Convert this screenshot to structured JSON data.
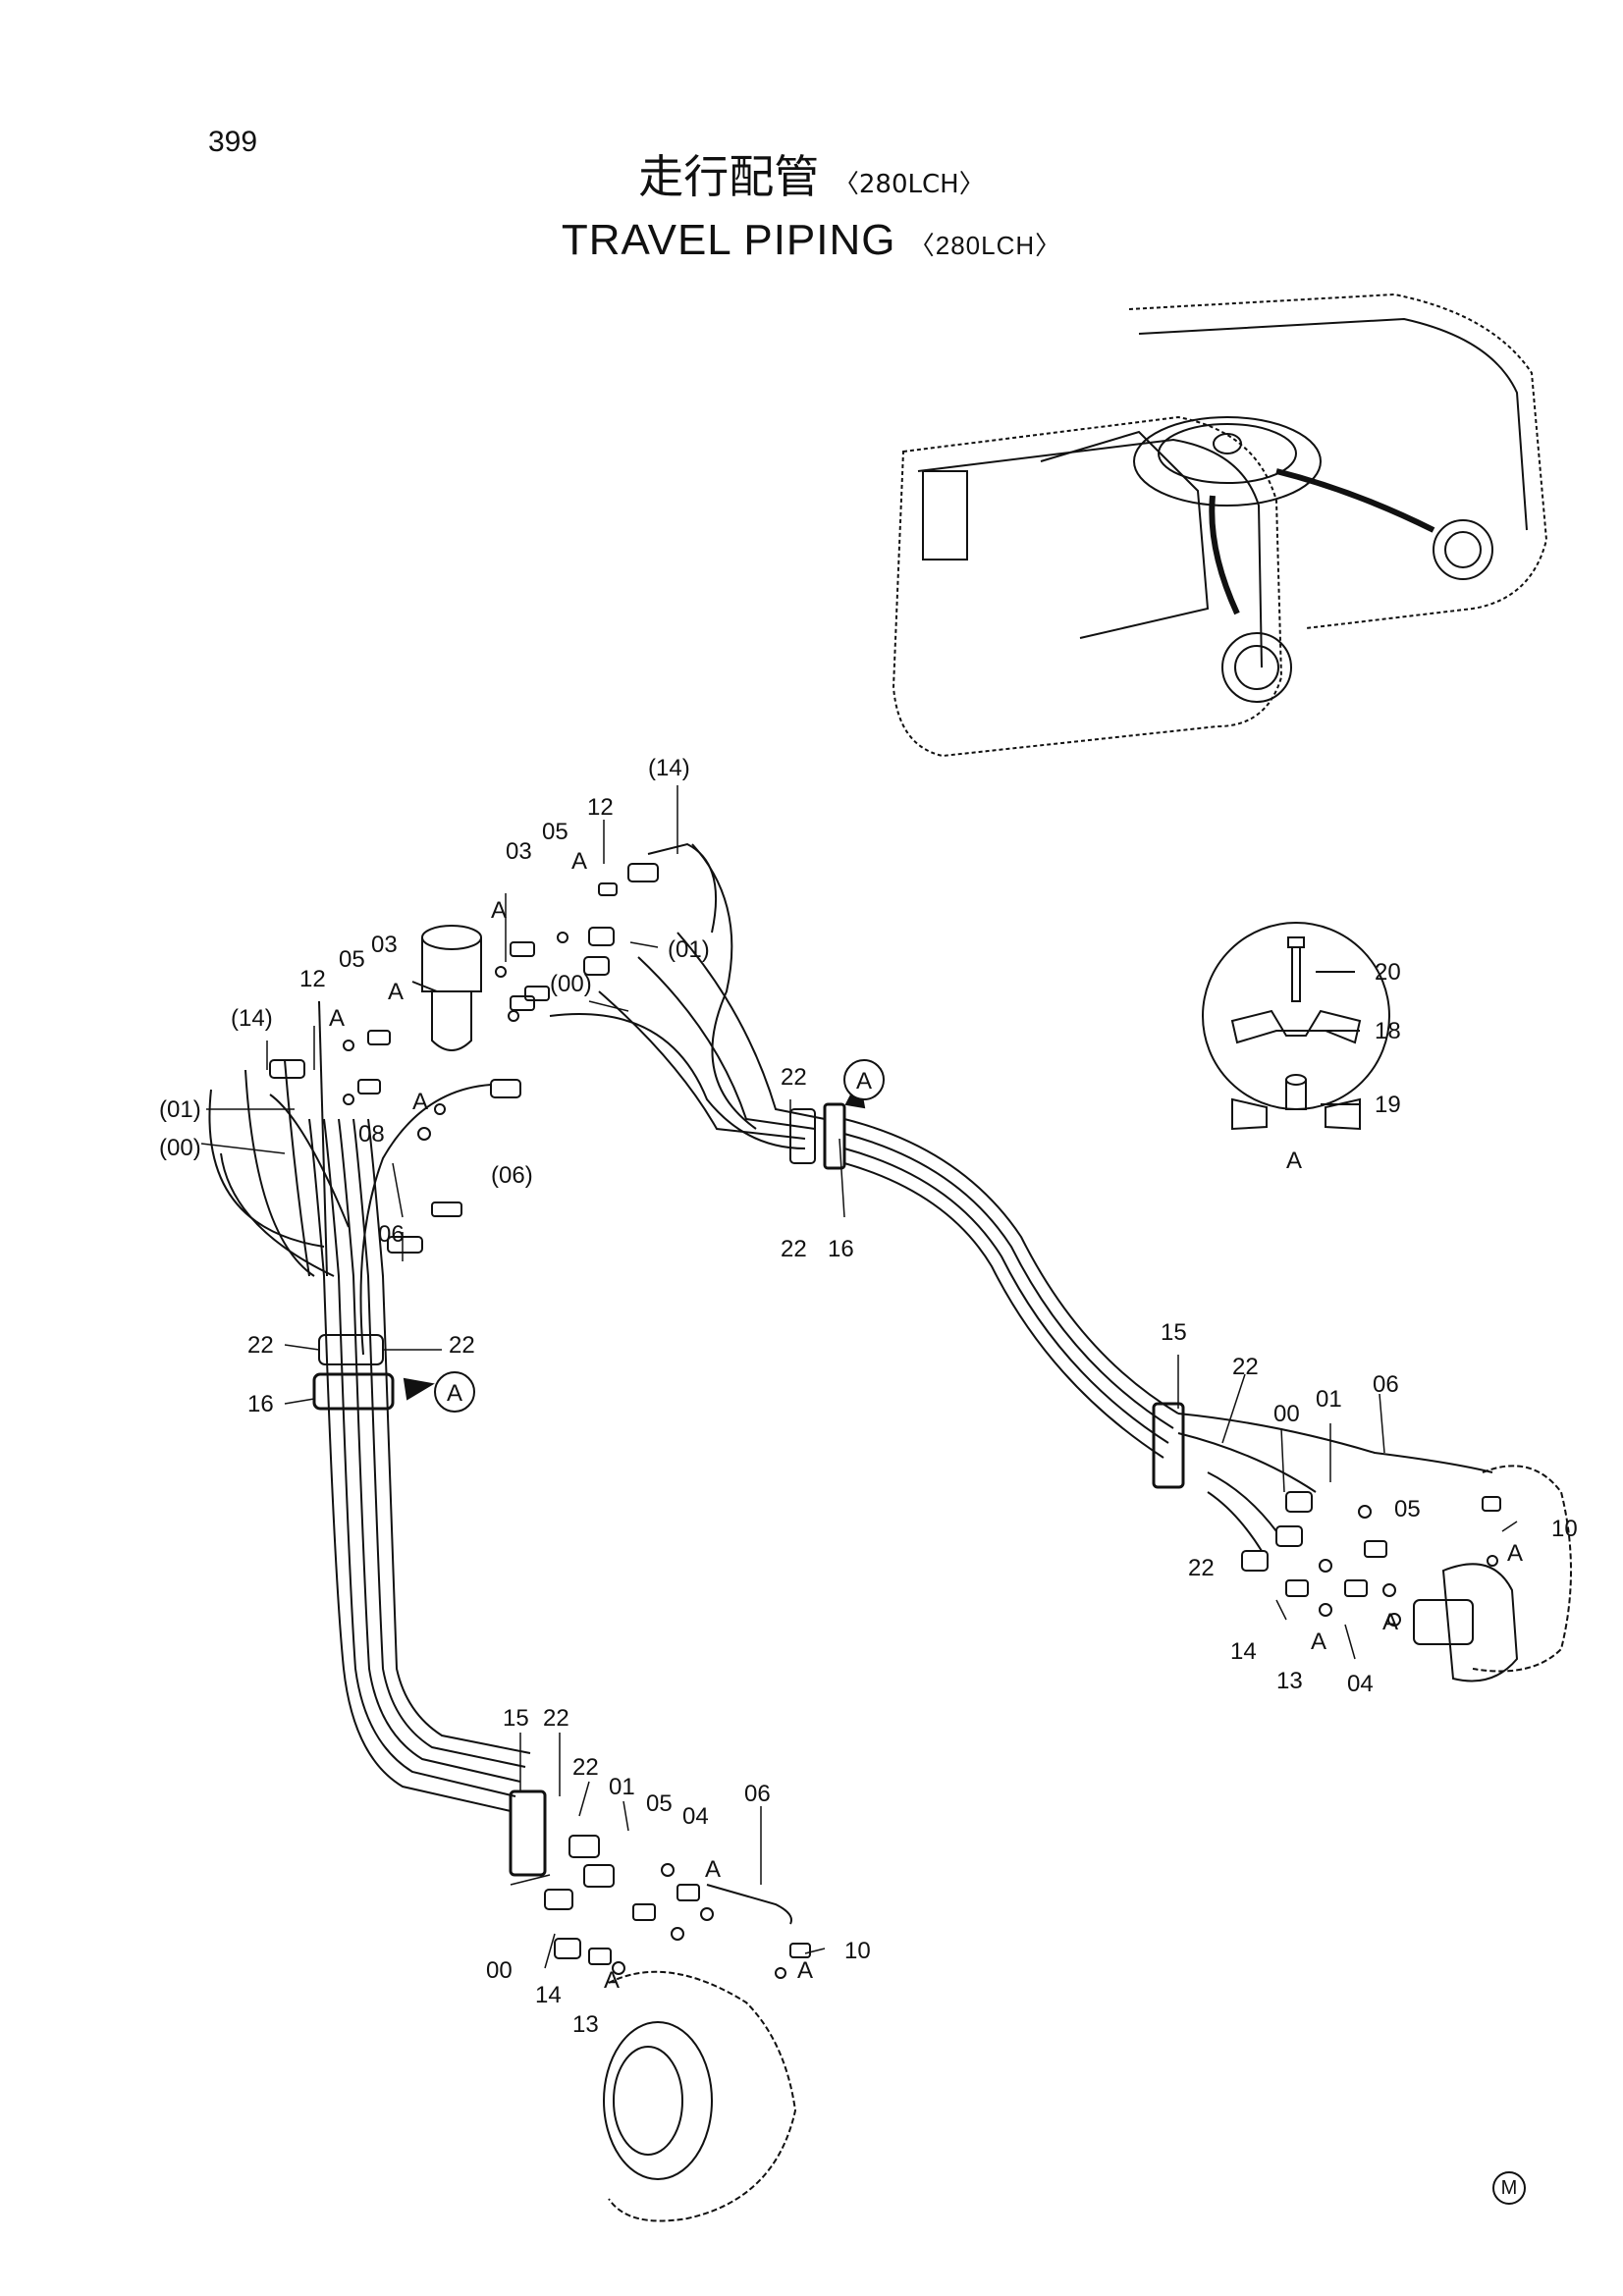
{
  "page_number": "399",
  "title_jp": "走行配管",
  "title_jp_suffix": "〈280LCH〉",
  "title_en": "TRAVEL PIPING",
  "title_en_suffix": "〈280LCH〉",
  "detail_view": {
    "label": "A",
    "parts": [
      "20",
      "18",
      "19"
    ]
  },
  "callouts": {
    "c14_top": "(14)",
    "c12_top": "12",
    "c05_top": "05",
    "c03_top": "03",
    "cA_top1": "A",
    "c01_top": "(01)",
    "c00_top": "(00)",
    "c22_mid": "22",
    "cA_mid": "A",
    "c22_mid2": "22",
    "c16_mid": "16",
    "c14_left": "(14)",
    "c12_left": "12",
    "c05_left": "05",
    "c03_left": "03",
    "cA_left": "A",
    "c01_left": "(01)",
    "c00_left": "(00)",
    "cA_small": "A",
    "c08": "08",
    "c06_a": "(06)",
    "c06_b": "06",
    "c22_l1": "22",
    "c22_l2": "22",
    "c16_l": "16",
    "cA_l": "A",
    "c15_r": "15",
    "c22_r": "22",
    "c00_r": "00",
    "c01_r": "01",
    "c06_r": "06",
    "c05_r": "05",
    "c10_r": "10",
    "cA_r1": "A",
    "cA_r2": "A",
    "cA_r3": "A",
    "c22_r2": "22",
    "c14_r": "14",
    "c13_r": "13",
    "c04_r": "04",
    "c15_b": "15",
    "c22_b1": "22",
    "c22_b2": "22",
    "c01_b": "01",
    "c05_b": "05",
    "c04_b": "04",
    "cA_b1": "A",
    "c00_b": "00",
    "c14_b": "14",
    "c13_b": "13",
    "cA_b2": "A",
    "c10_b": "10",
    "cA_b3": "A"
  },
  "manufacturer_mark": "M"
}
